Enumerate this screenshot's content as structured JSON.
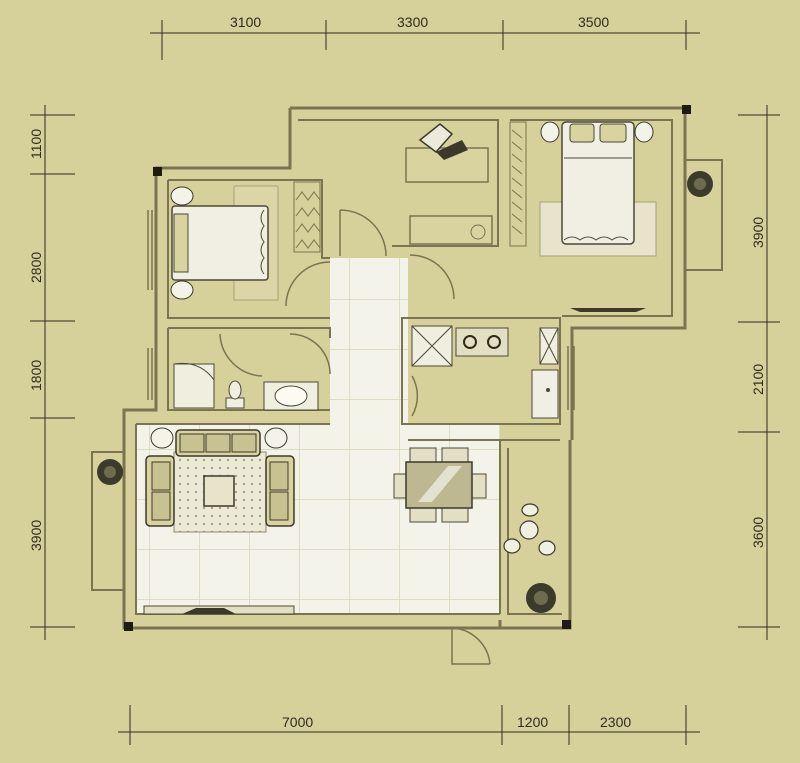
{
  "colors": {
    "paper": "#d6d09a",
    "wall": "#7a7450",
    "floor_tile": "#f4f3ea",
    "tile_grid": "#d8d4b8",
    "room_fill": "#d9d3a0",
    "dim_line": "#2f2c1e"
  },
  "dimensions": {
    "top": [
      "3100",
      "3300",
      "3500"
    ],
    "bottom": [
      "7000",
      "1200",
      "2300"
    ],
    "left": [
      "1100",
      "2800",
      "1800",
      "3900"
    ],
    "right": [
      "3900",
      "2100",
      "3600"
    ]
  },
  "icons": [
    "double-bed-icon",
    "single-bed-icon",
    "desk-icon",
    "office-chair-icon",
    "wardrobe-icon",
    "sofa-set-icon",
    "coffee-table-icon",
    "dining-table-icon",
    "stove-icon",
    "sink-icon",
    "toilet-icon",
    "shower-icon",
    "washbasin-icon",
    "plant-icon",
    "tv-cabinet-icon",
    "door-icon",
    "balcony-chair-icon"
  ]
}
